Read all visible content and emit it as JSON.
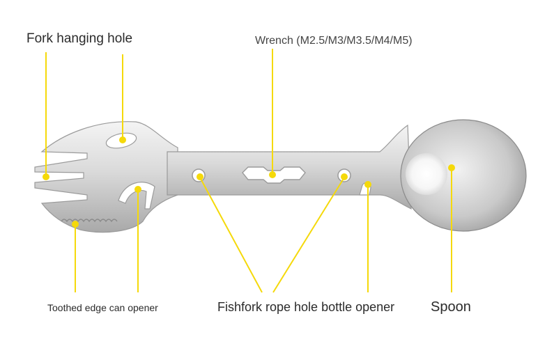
{
  "labels": {
    "fork_hanging_hole": "Fork hanging hole",
    "wrench": "Wrench (M2.5/M3/M3.5/M4/M5)",
    "toothed_edge": "Toothed edge can opener",
    "fishfork_opener": "Fishfork rope hole bottle opener",
    "spoon": "Spoon"
  },
  "colors": {
    "callout": "#F5D90A",
    "metal_light": "#EDEDED",
    "metal_mid": "#CFCFCF",
    "metal_dark": "#9C9C9C"
  }
}
